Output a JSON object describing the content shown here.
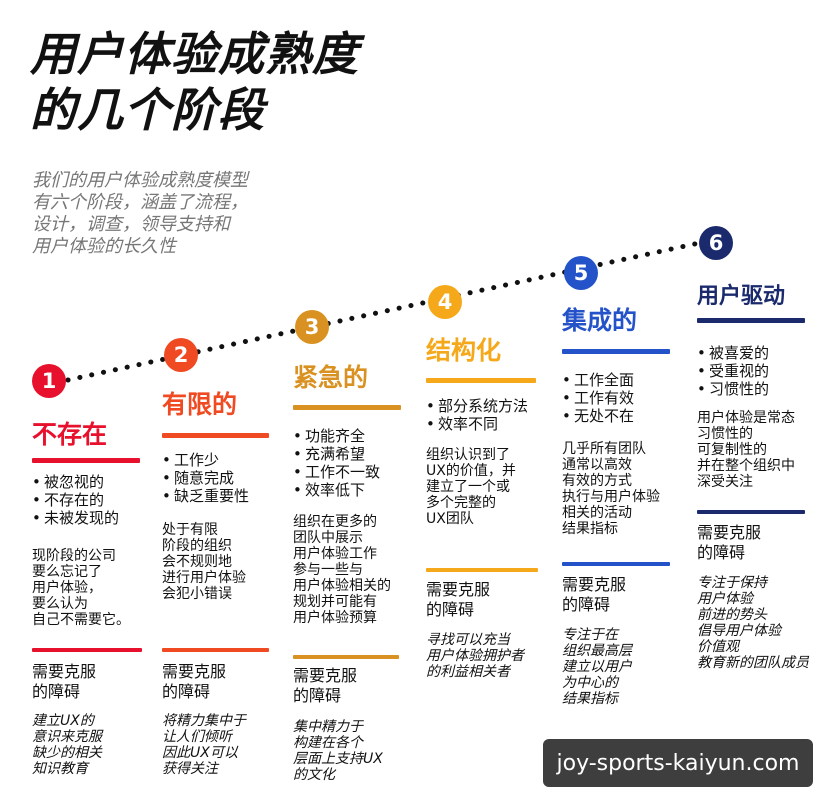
{
  "title": [
    "用户体验成熟度",
    "的几个阶段"
  ],
  "subtitle": [
    "我们的用户体验成熟度模型",
    "有六个阶段，涵盖了流程，",
    "设计，调查，领导支持和",
    "用户体验的长久性"
  ],
  "stages": [
    {
      "number": "1",
      "name": "不存在",
      "color": "#e8112d",
      "traits": [
        "被忽视的",
        "不存在的",
        "未被发现的"
      ],
      "description": [
        "现阶段的公司",
        "要么忘记了",
        "用户体验，",
        "要么认为",
        "自己不需要它。"
      ],
      "obstacle_heading": [
        "需要克服",
        "的障碍"
      ],
      "obstacle": [
        "建立UX的",
        "意识来克服",
        "缺少的相关",
        "知识教育"
      ]
    },
    {
      "number": "2",
      "name": "有限的",
      "color": "#f04a22",
      "traits": [
        "工作少",
        "随意完成",
        "缺乏重要性"
      ],
      "description": [
        "处于有限",
        "阶段的组织",
        "会不规则地",
        "进行用户体验",
        "会犯小错误"
      ],
      "obstacle_heading": [
        "需要克服",
        "的障碍"
      ],
      "obstacle": [
        "将精力集中于",
        "让人们倾听",
        "因此UX可以",
        "获得关注"
      ]
    },
    {
      "number": "3",
      "name": "紧急的",
      "color": "#d99222",
      "traits": [
        "功能齐全",
        "充满希望",
        "工作不一致",
        "效率低下"
      ],
      "description": [
        "组织在更多的",
        "团队中展示",
        "用户体验工作",
        "参与一些与",
        "用户体验相关的",
        "规划并可能有",
        "用户体验预算"
      ],
      "obstacle_heading": [
        "需要克服",
        "的障碍"
      ],
      "obstacle": [
        "集中精力于",
        "构建在各个",
        "层面上支持UX",
        "的文化"
      ]
    },
    {
      "number": "4",
      "name": "结构化",
      "color": "#f5a91a",
      "traits": [
        "部分系统方法",
        "效率不同"
      ],
      "description": [
        "组织认识到了",
        "UX的价值，并",
        "建立了一个或",
        "多个完整的",
        "UX团队"
      ],
      "obstacle_heading": [
        "需要克服",
        "的障碍"
      ],
      "obstacle": [
        "寻找可以充当",
        "用户体验拥护者",
        "的利益相关者"
      ]
    },
    {
      "number": "5",
      "name": "集成的",
      "color": "#2453c9",
      "traits": [
        "工作全面",
        "工作有效",
        "无处不在"
      ],
      "description": [
        "几乎所有团队",
        "通常以高效",
        "有效的方式",
        "执行与用户体验",
        "相关的活动",
        "结果指标"
      ],
      "obstacle_heading": [
        "需要克服",
        "的障碍"
      ],
      "obstacle": [
        "专注于在",
        "组织最高层",
        "建立以用户",
        "为中心的",
        "结果指标"
      ]
    },
    {
      "number": "6",
      "name": "用户驱动",
      "color": "#1a2a6c",
      "traits": [
        "被喜爱的",
        "受重视的",
        "习惯性的"
      ],
      "description": [
        "用户体验是常态",
        "习惯性的",
        "可复制性的",
        "并在整个组织中",
        "深受关注"
      ],
      "obstacle_heading": [
        "需要克服",
        "的障碍"
      ],
      "obstacle": [
        "专注于保持",
        "用户体验",
        "前进的势头",
        "倡导用户体验",
        "价值观",
        "教育新的团队成员"
      ]
    }
  ],
  "watermark": "joy-sports-kaiyun.com"
}
